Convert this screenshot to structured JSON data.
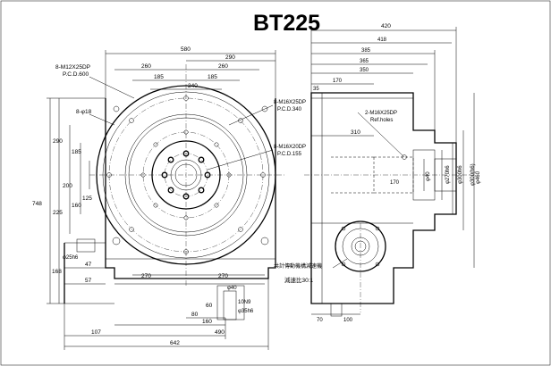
{
  "title": "BT225",
  "front_view": {
    "top_dims": {
      "overall": "580",
      "half_right": "290",
      "bolt_span": "260",
      "bolt_span_right": "260",
      "inner_left": "185",
      "inner_right": "185",
      "center_span": "240"
    },
    "callouts": {
      "mounting_holes": "8-M12X25DP",
      "mounting_pcd": "P.C.D.600",
      "flange_holes": "8-M16X25DP",
      "flange_pcd": "P.C.D.340",
      "center_holes": "8-M16X20DP",
      "center_pcd": "P.C.D.155",
      "pin_holes": "8-φ18"
    },
    "left_dims": {
      "overall_height": "748",
      "upper_290": "290",
      "upper_185": "185",
      "upper_125": "125",
      "lower_200": "200",
      "lower_225": "225",
      "lower_160": "160",
      "bottom_168": "168"
    },
    "bottom_dims": {
      "bore_dia": "φ25h6",
      "dim_47": "47",
      "dim_57": "57",
      "dim_270_upper": "270",
      "dim_270_lower": "270",
      "shaft_dia": "φ40",
      "keyway": "10N9",
      "shaft_dia2": "φ35h6",
      "dim_60": "60",
      "dim_80": "80",
      "dim_160": "160",
      "dim_490": "490",
      "dim_107": "107",
      "overall_width": "642"
    }
  },
  "side_view": {
    "top_dims": {
      "overall": "420",
      "d418": "418",
      "d385": "385",
      "d365": "365",
      "d350": "350",
      "d170": "170",
      "d35": "35"
    },
    "callouts": {
      "tap_holes": "2-M16X25DP",
      "tap_note": "Ref.holes",
      "d310": "310",
      "d170_inner": "170"
    },
    "right_dims": {
      "d1": "φ40",
      "d2": "φ270h6",
      "d3": "φ300h6",
      "d4": "φ300(h6)",
      "d5": "φ460"
    },
    "motor_note": "共計傳動機構減速機",
    "ratio_note": "減速比30:1",
    "bottom_dims": {
      "d70": "70",
      "d100": "100"
    }
  }
}
